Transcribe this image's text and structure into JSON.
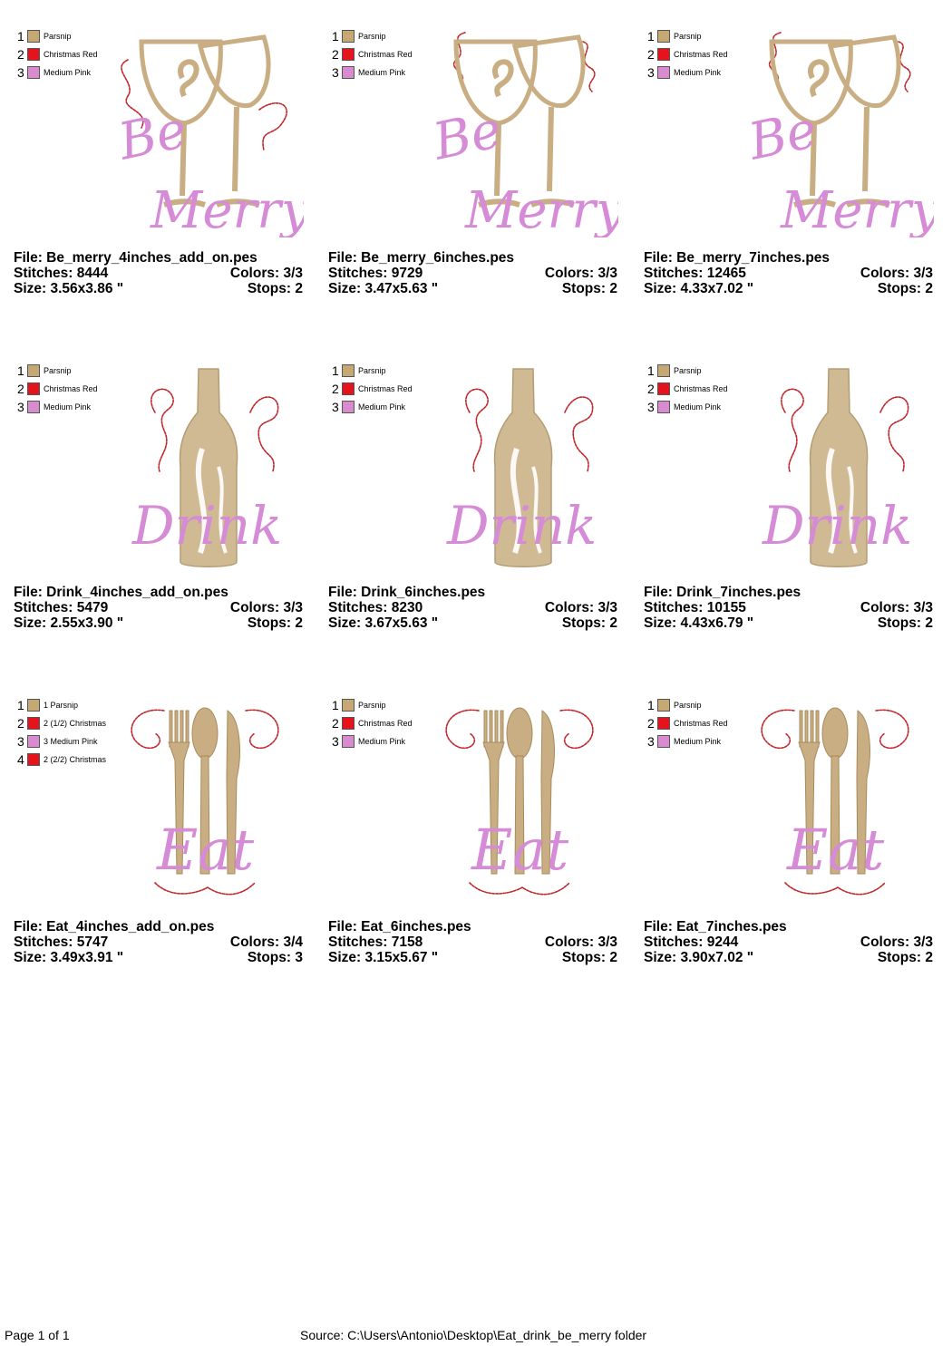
{
  "colors": {
    "parsnip": "#C6A874",
    "christmas_red": "#E3141B",
    "medium_pink": "#D98BCF",
    "thread_tan": "#C8AE82",
    "thread_red": "#C0282C",
    "thread_pink": "#D58BD6"
  },
  "designs": [
    {
      "art": "be-merry",
      "legend": [
        {
          "num": "1",
          "name": "Parsnip",
          "color": "#C6A874"
        },
        {
          "num": "2",
          "name": "Christmas Red",
          "color": "#E3141B"
        },
        {
          "num": "3",
          "name": "Medium Pink",
          "color": "#D98BCF"
        }
      ],
      "file": "File: Be_merry_4inches_add_on.pes",
      "stitches": "Stitches: 8444",
      "colors": "Colors: 3/3",
      "size": "Size: 3.56x3.86 \"",
      "stops": "Stops: 2"
    },
    {
      "art": "be-merry",
      "legend": [
        {
          "num": "1",
          "name": "Parsnip",
          "color": "#C6A874"
        },
        {
          "num": "2",
          "name": "Christmas Red",
          "color": "#E3141B"
        },
        {
          "num": "3",
          "name": "Medium Pink",
          "color": "#D98BCF"
        }
      ],
      "file": "File: Be_merry_6inches.pes",
      "stitches": "Stitches: 9729",
      "colors": "Colors: 3/3",
      "size": "Size: 3.47x5.63 \"",
      "stops": "Stops: 2"
    },
    {
      "art": "be-merry",
      "legend": [
        {
          "num": "1",
          "name": "Parsnip",
          "color": "#C6A874"
        },
        {
          "num": "2",
          "name": "Christmas Red",
          "color": "#E3141B"
        },
        {
          "num": "3",
          "name": "Medium Pink",
          "color": "#D98BCF"
        }
      ],
      "file": "File: Be_merry_7inches.pes",
      "stitches": "Stitches: 12465",
      "colors": "Colors: 3/3",
      "size": "Size: 4.33x7.02 \"",
      "stops": "Stops: 2"
    },
    {
      "art": "drink",
      "legend": [
        {
          "num": "1",
          "name": "Parsnip",
          "color": "#C6A874"
        },
        {
          "num": "2",
          "name": "Christmas Red",
          "color": "#E3141B"
        },
        {
          "num": "3",
          "name": "Medium Pink",
          "color": "#D98BCF"
        }
      ],
      "file": "File: Drink_4inches_add_on.pes",
      "stitches": "Stitches: 5479",
      "colors": "Colors: 3/3",
      "size": "Size: 2.55x3.90 \"",
      "stops": "Stops: 2"
    },
    {
      "art": "drink",
      "legend": [
        {
          "num": "1",
          "name": "Parsnip",
          "color": "#C6A874"
        },
        {
          "num": "2",
          "name": "Christmas Red",
          "color": "#E3141B"
        },
        {
          "num": "3",
          "name": "Medium Pink",
          "color": "#D98BCF"
        }
      ],
      "file": "File: Drink_6inches.pes",
      "stitches": "Stitches: 8230",
      "colors": "Colors: 3/3",
      "size": "Size: 3.67x5.63 \"",
      "stops": "Stops: 2"
    },
    {
      "art": "drink",
      "legend": [
        {
          "num": "1",
          "name": "Parsnip",
          "color": "#C6A874"
        },
        {
          "num": "2",
          "name": "Christmas Red",
          "color": "#E3141B"
        },
        {
          "num": "3",
          "name": "Medium Pink",
          "color": "#D98BCF"
        }
      ],
      "file": "File: Drink_7inches.pes",
      "stitches": "Stitches: 10155",
      "colors": "Colors: 3/3",
      "size": "Size: 4.43x6.79 \"",
      "stops": "Stops: 2"
    },
    {
      "art": "eat",
      "legend": [
        {
          "num": "1",
          "name": "1 Parsnip",
          "color": "#C6A874"
        },
        {
          "num": "2",
          "name": "2 (1/2) Christmas",
          "color": "#E3141B"
        },
        {
          "num": "3",
          "name": "3 Medium Pink",
          "color": "#D98BCF"
        },
        {
          "num": "4",
          "name": "2 (2/2) Christmas",
          "color": "#E3141B"
        }
      ],
      "file": "File: Eat_4inches_add_on.pes",
      "stitches": "Stitches: 5747",
      "colors": "Colors: 3/4",
      "size": "Size: 3.49x3.91 \"",
      "stops": "Stops: 3"
    },
    {
      "art": "eat",
      "legend": [
        {
          "num": "1",
          "name": "Parsnip",
          "color": "#C6A874"
        },
        {
          "num": "2",
          "name": "Christmas Red",
          "color": "#E3141B"
        },
        {
          "num": "3",
          "name": "Medium Pink",
          "color": "#D98BCF"
        }
      ],
      "file": "File: Eat_6inches.pes",
      "stitches": "Stitches: 7158",
      "colors": "Colors: 3/3",
      "size": "Size: 3.15x5.67 \"",
      "stops": "Stops: 2"
    },
    {
      "art": "eat",
      "legend": [
        {
          "num": "1",
          "name": "Parsnip",
          "color": "#C6A874"
        },
        {
          "num": "2",
          "name": "Christmas Red",
          "color": "#E3141B"
        },
        {
          "num": "3",
          "name": "Medium Pink",
          "color": "#D98BCF"
        }
      ],
      "file": "File: Eat_7inches.pes",
      "stitches": "Stitches: 9244",
      "colors": "Colors: 3/3",
      "size": "Size: 3.90x7.02 \"",
      "stops": "Stops: 2"
    }
  ],
  "footer": {
    "page": "Page 1 of 1",
    "source": "Source: C:\\Users\\Antonio\\Desktop\\Eat_drink_be_merry folder"
  }
}
